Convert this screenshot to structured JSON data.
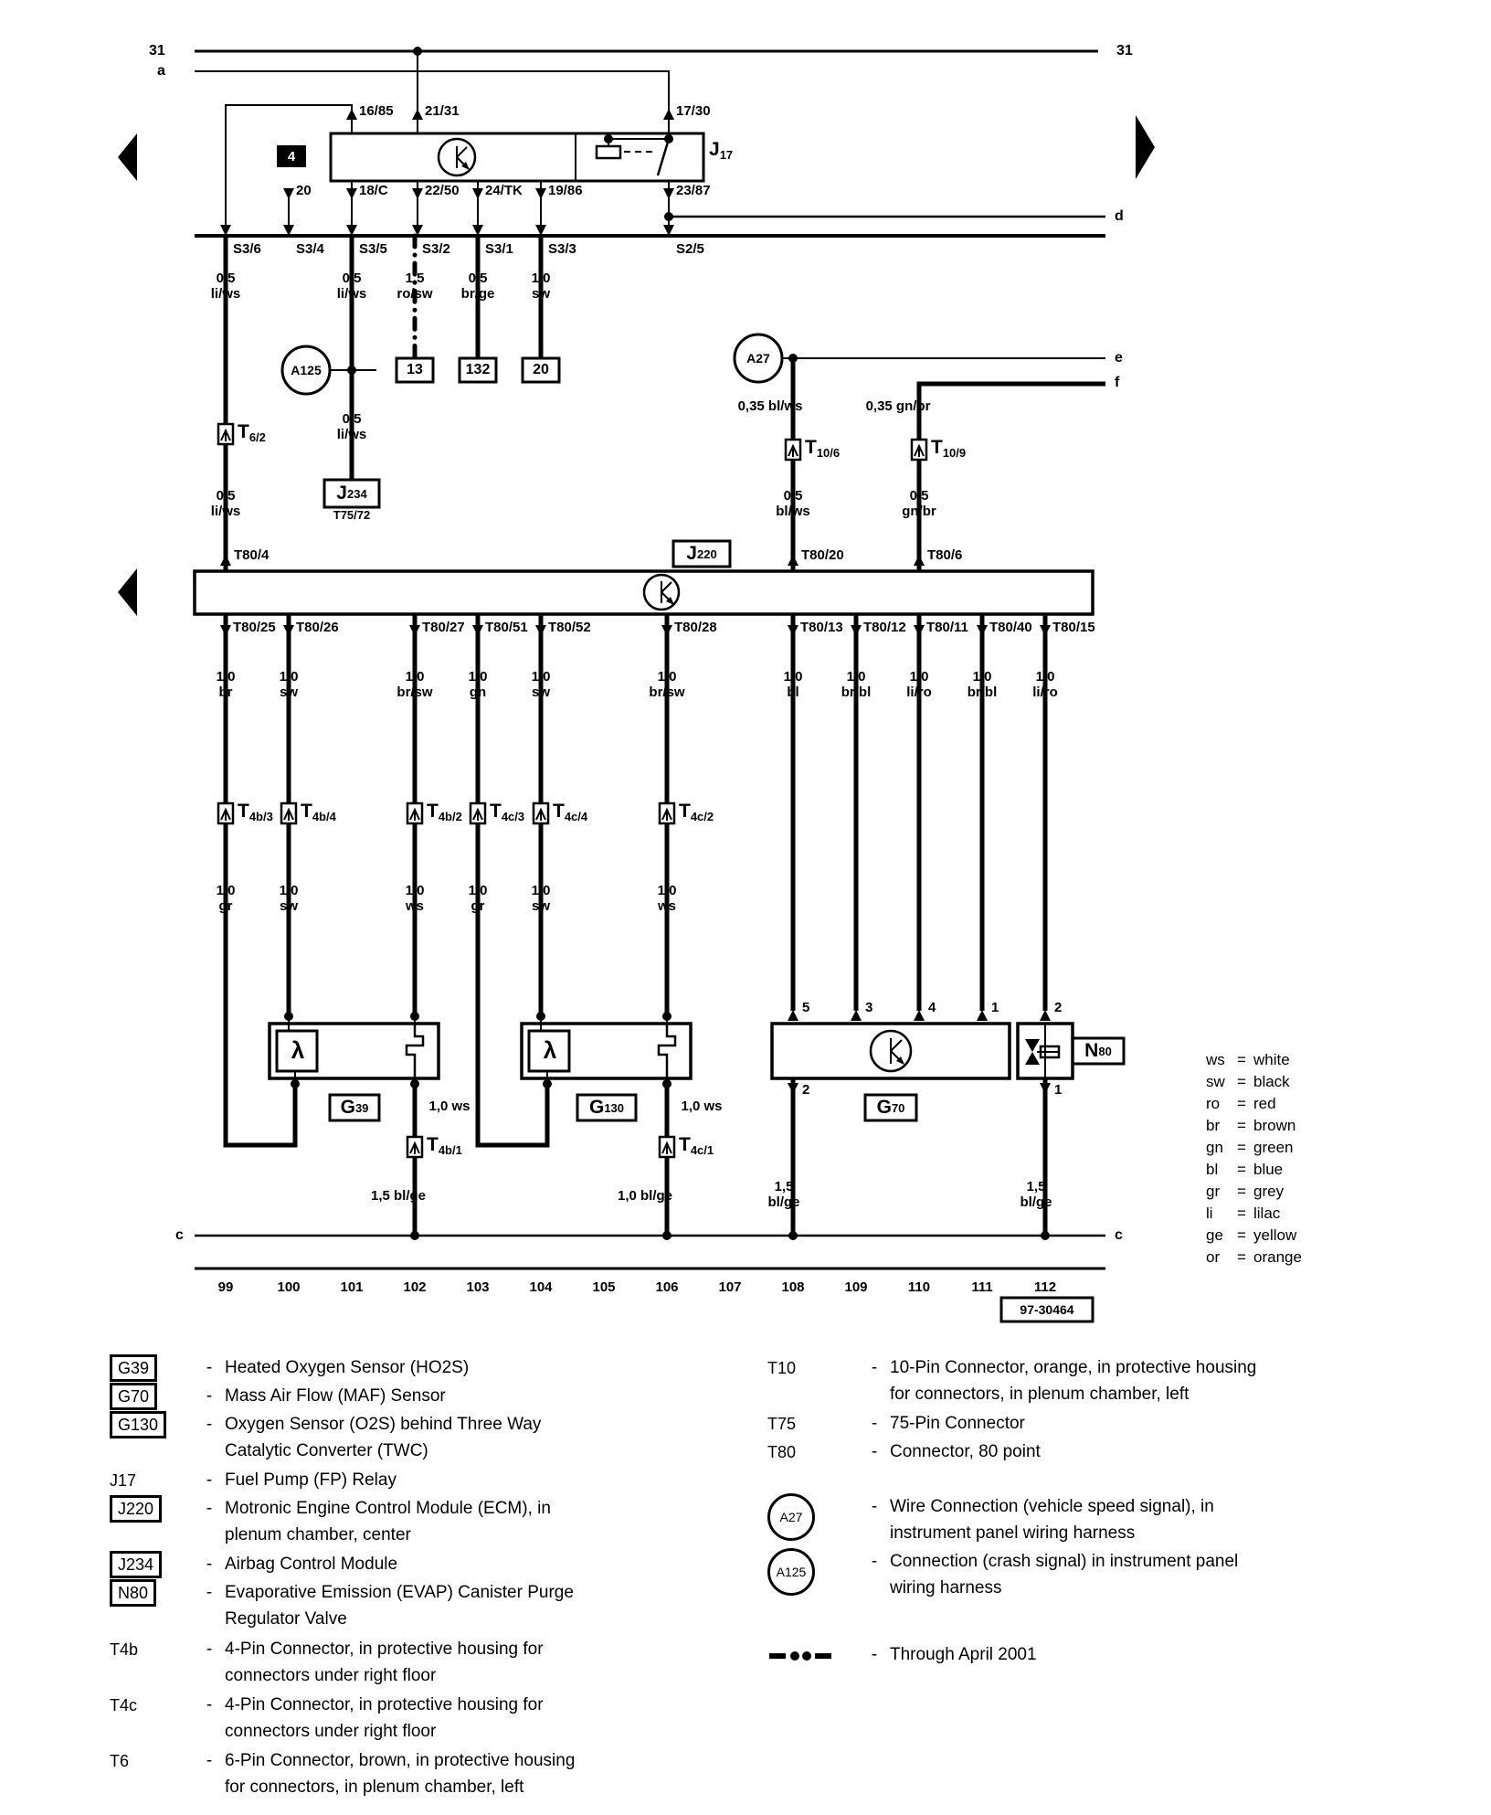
{
  "top": {
    "bus31_left": "31",
    "bus31_right": "31",
    "bus_a": "a",
    "fuse": "4",
    "pins_top": [
      "16/85",
      "21/31",
      "17/30"
    ],
    "pin_20": "20",
    "pins_bottom": [
      "18/C",
      "22/50",
      "24/TK",
      "19/86",
      "23/87"
    ],
    "relay_label": {
      "main": "J",
      "sub": "17"
    },
    "line_d": "d",
    "rail": [
      "S3/6",
      "S3/4",
      "S3/5",
      "S3/2",
      "S3/1",
      "S3/3",
      "S2/5"
    ],
    "wires": [
      {
        "size": "0,5",
        "color": "li/ws"
      },
      {
        "size": "0,5",
        "color": "li/ws"
      },
      {
        "size": "1,5",
        "color": "ro/sw"
      },
      {
        "size": "0,5",
        "color": "br/ge"
      },
      {
        "size": "1,0",
        "color": "sw"
      }
    ],
    "term13": "13",
    "term132": "132",
    "term20": "20",
    "a125": "A125",
    "a27": "A27",
    "t6": {
      "main": "T",
      "sub": "6/2"
    },
    "w_s36b": {
      "size": "0,5",
      "color": "li/ws"
    },
    "w_s35b": {
      "size": "0,5",
      "color": "li/ws"
    },
    "j234": {
      "main": "J",
      "sub": "234",
      "below": "T75/72"
    },
    "line_e": "e",
    "line_f": "f",
    "w_blws": "0,35 bl/ws",
    "w_gnbr": "0,35 gn/br",
    "t106": {
      "main": "T",
      "sub": "10/6"
    },
    "t109": {
      "main": "T",
      "sub": "10/9"
    },
    "w_blws2": {
      "size": "0,5",
      "color": "bl/ws"
    },
    "w_gnbr2": {
      "size": "0,5",
      "color": "gn/br"
    },
    "ecm_top_pins": [
      "T80/4",
      "T80/20",
      "T80/6"
    ],
    "j220": {
      "main": "J",
      "sub": "220"
    }
  },
  "ecm": {
    "bottom_pins": [
      "T80/25",
      "T80/26",
      "T80/27",
      "T80/51",
      "T80/52",
      "T80/28",
      "T80/13",
      "T80/12",
      "T80/11",
      "T80/40",
      "T80/15"
    ],
    "wires1": [
      {
        "size": "1,0",
        "color": "br"
      },
      {
        "size": "1,0",
        "color": "sw"
      },
      {
        "size": "1,0",
        "color": "br/sw"
      },
      {
        "size": "1,0",
        "color": "gn"
      },
      {
        "size": "1,0",
        "color": "sw"
      },
      {
        "size": "1,0",
        "color": "br/sw"
      },
      {
        "size": "1,0",
        "color": "bl"
      },
      {
        "size": "1,0",
        "color": "br/bl"
      },
      {
        "size": "1,0",
        "color": "li/ro"
      },
      {
        "size": "1,0",
        "color": "br/bl"
      },
      {
        "size": "1,0",
        "color": "li/ro"
      }
    ],
    "t4": [
      {
        "main": "T",
        "sub": "4b/3"
      },
      {
        "main": "T",
        "sub": "4b/4"
      },
      {
        "main": "T",
        "sub": "4b/2"
      },
      {
        "main": "T",
        "sub": "4c/3"
      },
      {
        "main": "T",
        "sub": "4c/4"
      },
      {
        "main": "T",
        "sub": "4c/2"
      }
    ],
    "wires2": [
      {
        "size": "1,0",
        "color": "gr"
      },
      {
        "size": "1,0",
        "color": "sw"
      },
      {
        "size": "1,0",
        "color": "ws"
      },
      {
        "size": "1,0",
        "color": "gr"
      },
      {
        "size": "1,0",
        "color": "sw"
      },
      {
        "size": "1,0",
        "color": "ws"
      }
    ]
  },
  "sensors": {
    "lambda": "λ",
    "g39": {
      "main": "G",
      "sub": "39"
    },
    "g130": {
      "main": "G",
      "sub": "130"
    },
    "g70": {
      "main": "G",
      "sub": "70"
    },
    "n80": {
      "main": "N",
      "sub": "80"
    },
    "g39_ws": "1,0 ws",
    "g130_ws": "1,0 ws",
    "t4b1": {
      "main": "T",
      "sub": "4b/1"
    },
    "t4c1": {
      "main": "T",
      "sub": "4c/1"
    },
    "w_g39": "1,5 bl/ge",
    "w_g130": "1,0 bl/ge",
    "w_g70": {
      "size": "1,5",
      "color": "bl/ge"
    },
    "w_n80": {
      "size": "1,5",
      "color": "bl/ge"
    },
    "g70_pins_top": [
      "5",
      "3",
      "4",
      "1"
    ],
    "g70_pin_bottom": "2",
    "n80_pin_top": "2",
    "n80_pin_bottom": "1"
  },
  "bottom": {
    "line_c_left": "c",
    "line_c_right": "c",
    "tracks": [
      "99",
      "100",
      "101",
      "102",
      "103",
      "104",
      "105",
      "106",
      "107",
      "108",
      "109",
      "110",
      "111",
      "112"
    ],
    "sheet": "97-30464"
  },
  "color_legend": {
    "eq": "=",
    "rows": [
      {
        "code": "ws",
        "name": "white"
      },
      {
        "code": "sw",
        "name": "black"
      },
      {
        "code": "ro",
        "name": "red"
      },
      {
        "code": "br",
        "name": "brown"
      },
      {
        "code": "gn",
        "name": "green"
      },
      {
        "code": "bl",
        "name": "blue"
      },
      {
        "code": "gr",
        "name": "grey"
      },
      {
        "code": "li",
        "name": "lilac"
      },
      {
        "code": "ge",
        "name": "yellow"
      },
      {
        "code": "or",
        "name": "orange"
      }
    ]
  },
  "legend_dash": "-",
  "legend_left": [
    {
      "badge": "G39",
      "lines": [
        "Heated Oxygen Sensor (HO2S)"
      ]
    },
    {
      "badge": "G70",
      "lines": [
        "Mass Air Flow (MAF) Sensor"
      ]
    },
    {
      "badge": "G130",
      "lines": [
        "Oxygen Sensor (O2S) behind Three Way",
        "Catalytic Converter (TWC)"
      ]
    },
    {
      "badge": "J17",
      "lines": [
        "Fuel Pump (FP) Relay"
      ]
    },
    {
      "badge": "J220",
      "lines": [
        "Motronic Engine Control Module (ECM), in",
        "plenum chamber, center"
      ]
    },
    {
      "badge": "J234",
      "lines": [
        "Airbag Control Module"
      ]
    },
    {
      "badge": "N80",
      "lines": [
        "Evaporative Emission (EVAP) Canister Purge",
        "Regulator Valve"
      ]
    },
    {
      "badge": "T4b",
      "lines": [
        "4-Pin Connector,  in protective housing for",
        "connectors under right floor"
      ]
    },
    {
      "badge": "T4c",
      "lines": [
        "4-Pin Connector,  in protective housing for",
        "connectors under right floor"
      ]
    },
    {
      "badge": "T6",
      "lines": [
        "6-Pin Connector, brown, in protective housing",
        "for connectors, in plenum chamber, left"
      ]
    }
  ],
  "legend_right": [
    {
      "badge": "T10",
      "lines": [
        "10-Pin Connector, orange, in protective housing",
        "for connectors, in plenum chamber, left"
      ]
    },
    {
      "badge": "T75",
      "lines": [
        "75-Pin Connector"
      ]
    },
    {
      "badge": "T80",
      "lines": [
        "Connector, 80 point"
      ]
    },
    {
      "badge": "A27",
      "lines": [
        "Wire Connection (vehicle speed signal), in",
        "instrument panel wiring harness"
      ]
    },
    {
      "badge": "A125",
      "lines": [
        "Connection (crash signal) in instrument panel",
        "wiring harness"
      ]
    },
    {
      "badge": "",
      "lines": [
        "Through April 2001"
      ]
    }
  ]
}
